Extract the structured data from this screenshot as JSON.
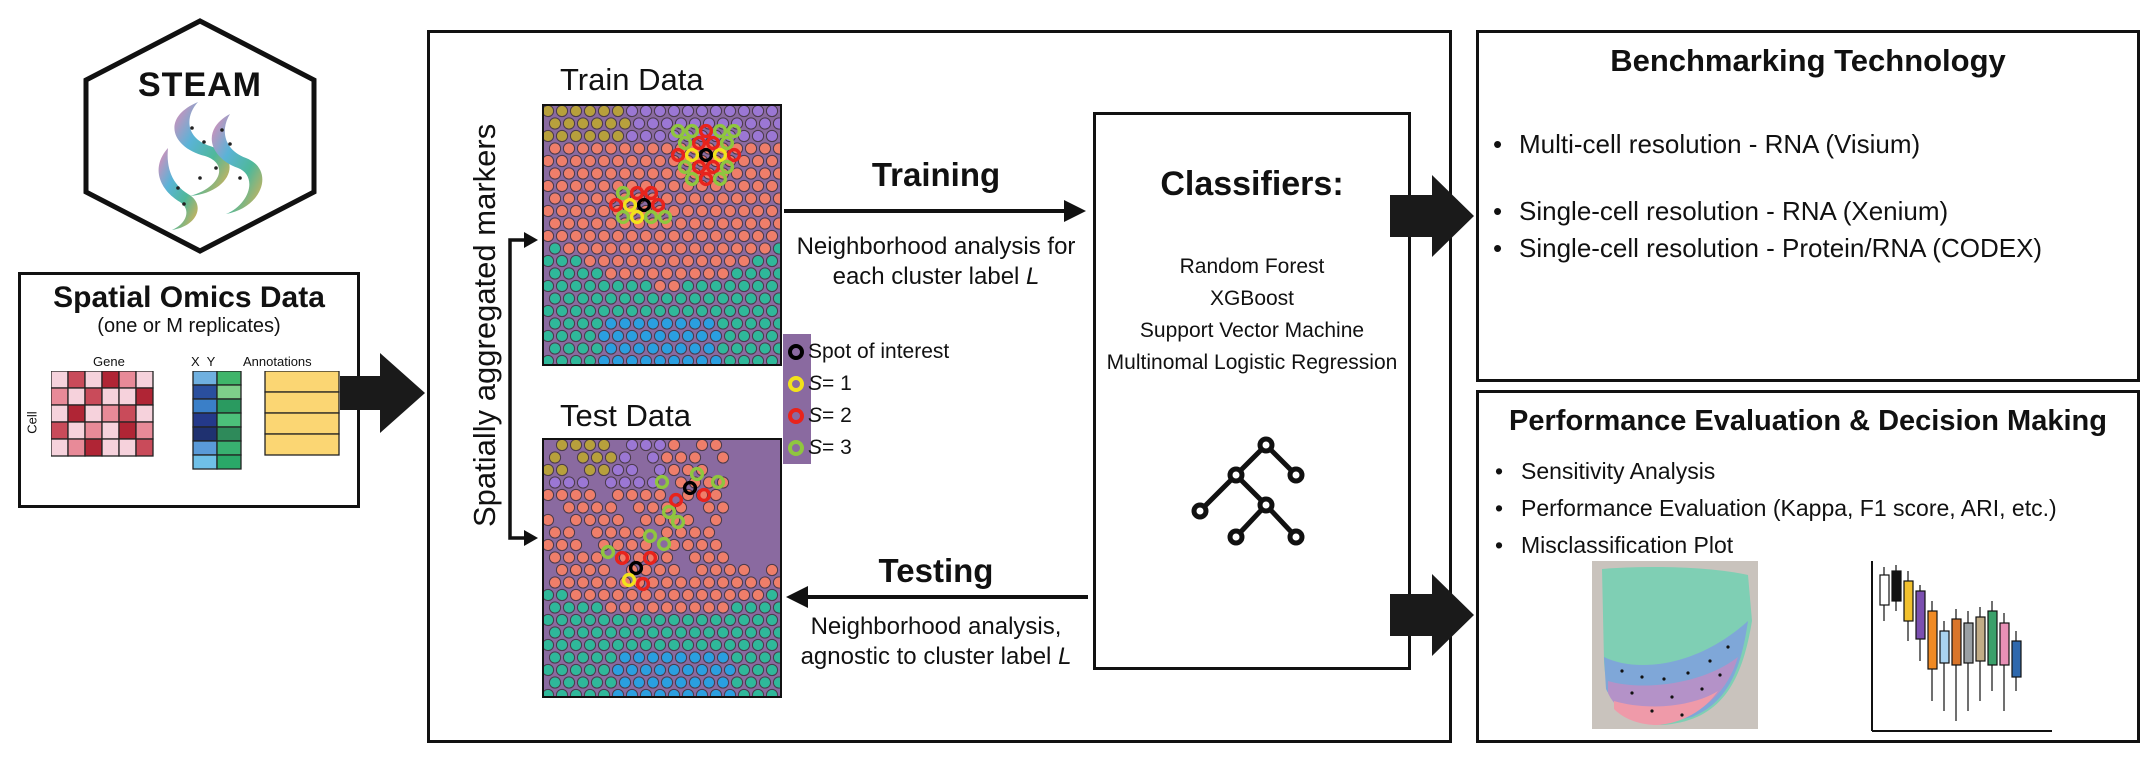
{
  "steam_logo": {
    "text": "STEAM"
  },
  "input_box": {
    "title": "Spatial Omics Data",
    "subtitle": "(one or M replicates)",
    "gene_label": "Gene",
    "cell_label": "Cell",
    "xy_label": "X  Y",
    "annotations_label": "Annotations"
  },
  "center_panel": {
    "side_label": "Spatially aggregated markers",
    "train_title": "Train Data",
    "test_title": "Test Data",
    "training_label": "Training",
    "training_desc_line1": "Neighborhood analysis for",
    "training_desc_line2": "each cluster label ",
    "training_desc_var": "L",
    "testing_label": "Testing",
    "testing_desc_line1": "Neighborhood analysis,",
    "testing_desc_line2": "agnostic to cluster label ",
    "testing_desc_var": "L",
    "legend": [
      {
        "label": "Spot of interest",
        "color": "#000000"
      },
      {
        "var": "S",
        "label": " = 1",
        "color": "#f2e21b"
      },
      {
        "var": "S",
        "label": " = 2",
        "color": "#e8231c"
      },
      {
        "var": "S",
        "label": " = 3",
        "color": "#8fc63f"
      }
    ],
    "classifiers_title": "Classifiers:",
    "classifiers": [
      "Random Forest",
      "XGBoost",
      "Support Vector Machine",
      "Multinomal Logistic Regression"
    ]
  },
  "benchmark": {
    "title": "Benchmarking Technology",
    "items": [
      "Multi-cell resolution - RNA (Visium)",
      "Single-cell resolution - RNA (Xenium)",
      "Single-cell resolution - Protein/RNA (CODEX)"
    ]
  },
  "evaluation": {
    "title": "Performance Evaluation & Decision Making",
    "items": [
      "Sensitivity Analysis",
      "Performance Evaluation (Kappa, F1 score, ARI, etc.)",
      "Misclassification Plot"
    ]
  },
  "colors": {
    "tissue_bg": "#8a6aa0",
    "salmon": "#ef7e6a",
    "teal": "#2fb89a",
    "blue": "#2a9fe0",
    "purple": "#9b77d4",
    "olive": "#b7a03c",
    "s1": "#f2e21b",
    "s2": "#e8231c",
    "s3": "#8fc63f"
  }
}
